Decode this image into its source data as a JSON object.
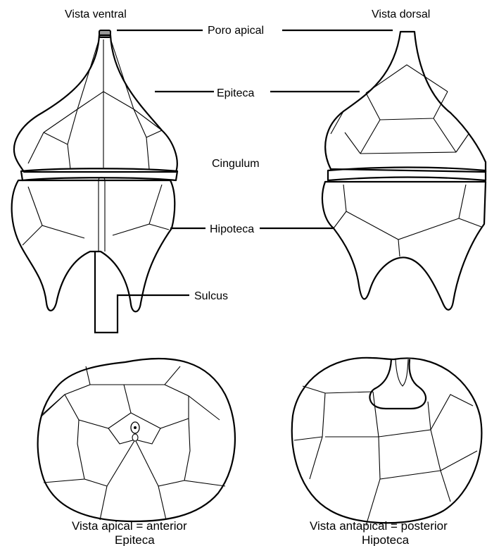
{
  "labels": {
    "ventral_view": "Vista ventral",
    "dorsal_view": "Vista dorsal",
    "apical_pore": "Poro apical",
    "epitheca": "Epiteca",
    "cingulum": "Cingulum",
    "hypotheca": "Hipoteca",
    "sulcus": "Sulcus",
    "apical_view_line1": "Vista apical = anterior",
    "apical_view_line2": "Epiteca",
    "antapical_view_line1": "Vista antapical = posterior",
    "antapical_view_line2": "Hipoteca"
  },
  "colors": {
    "stroke": "#000000",
    "background": "#ffffff"
  }
}
